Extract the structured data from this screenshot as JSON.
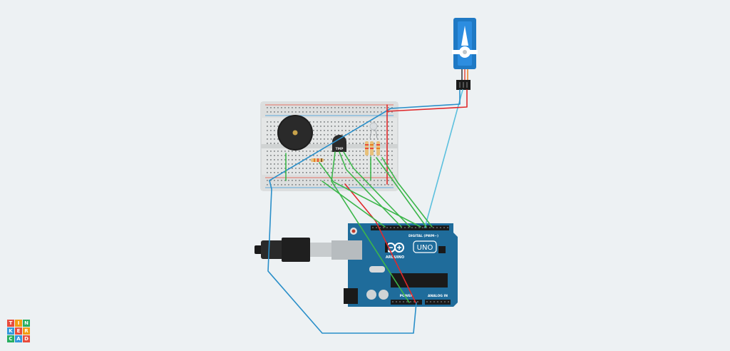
{
  "canvas": {
    "background": "#edf1f3"
  },
  "logo": {
    "letters": [
      "T",
      "I",
      "N",
      "K",
      "E",
      "R",
      "C",
      "A",
      "D"
    ],
    "colors": [
      "#e84c3d",
      "#f39c12",
      "#27ae60",
      "#3498db",
      "#e84c3d",
      "#f39c12",
      "#27ae60",
      "#3498db",
      "#e84c3d"
    ]
  },
  "arduino": {
    "brand_text": "ARDUINO",
    "model_text": "UNO",
    "digital_label": "DIGITAL (PWM~)",
    "power_label": "POWER",
    "analog_label": "ANALOG IN",
    "board_color": "#1f6c9b"
  },
  "sensor": {
    "label": "TMP"
  },
  "wire_colors": {
    "green": "#3cb64a",
    "red": "#e0292b",
    "cyan": "#5bc0de",
    "blue": "#2a8fc9",
    "black": "#222222"
  },
  "icons": [
    "piezo-buzzer-icon",
    "servo-motor-icon",
    "usb-cable-icon",
    "temperature-sensor-icon",
    "resistor-icon",
    "led-icon"
  ]
}
